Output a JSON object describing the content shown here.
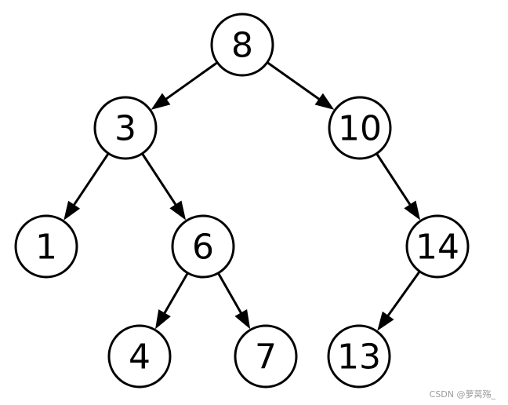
{
  "diagram": {
    "type": "binary-search-tree",
    "nodes": [
      {
        "id": "n8",
        "label": "8"
      },
      {
        "id": "n3",
        "label": "3"
      },
      {
        "id": "n10",
        "label": "10"
      },
      {
        "id": "n1",
        "label": "1"
      },
      {
        "id": "n6",
        "label": "6"
      },
      {
        "id": "n14",
        "label": "14"
      },
      {
        "id": "n4",
        "label": "4"
      },
      {
        "id": "n7",
        "label": "7"
      },
      {
        "id": "n13",
        "label": "13"
      }
    ],
    "edges": [
      {
        "from": "n8",
        "to": "n3"
      },
      {
        "from": "n8",
        "to": "n10"
      },
      {
        "from": "n3",
        "to": "n1"
      },
      {
        "from": "n3",
        "to": "n6"
      },
      {
        "from": "n10",
        "to": "n14"
      },
      {
        "from": "n6",
        "to": "n4"
      },
      {
        "from": "n6",
        "to": "n7"
      },
      {
        "from": "n14",
        "to": "n13"
      }
    ]
  },
  "watermark": "CSDN @萝莴殇_"
}
